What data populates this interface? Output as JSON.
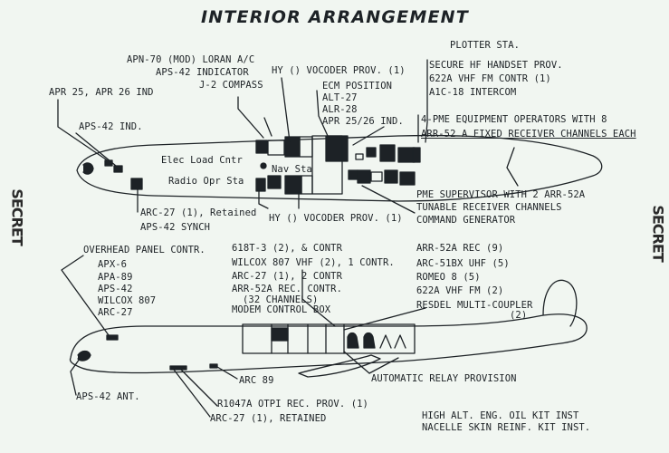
{
  "title": "INTERIOR ARRANGEMENT",
  "stamps": {
    "left": "SECRET",
    "right": "SECRET"
  },
  "upper_labels": {
    "plotter": "PLOTTER STA.",
    "apn70": "APN-70 (MOD) LORAN A/C",
    "aps42_indicator": "APS-42 INDICATOR",
    "j2_compass": "J-2 COMPASS",
    "hy_vocoder_top": "HY () VOCODER PROV. (1)",
    "secure_hf": "SECURE HF HANDSET PROV.",
    "vhf_622a": "622A VHF FM CONTR (1)",
    "a1c18": "A1C-18 INTERCOM",
    "apr25_26_ind": "APR 25, APR 26 IND",
    "ecm_position": "ECM POSITION",
    "alt27": "ALT-27",
    "alr28": "ALR-28",
    "apr25_26_ind2": "APR 25/26 IND.",
    "aps42_ind": "APS-42 IND.",
    "pme_1": "4-PME EQUIPMENT OPERATORS WITH 8",
    "pme_2": "ARR-52 A FIXED RECEIVER CHANNELS EACH",
    "elec_load": "Elec Load Cntr",
    "nav_sta": "Nav Sta",
    "radio_opr": "Radio Opr Sta",
    "arc27_retained": "ARC-27 (1), Retained",
    "aps42_synch": "APS-42 SYNCH",
    "hy_vocoder_bottom": "HY () VOCODER PROV. (1)",
    "supervisor_1": "PME SUPERVISOR WITH 2 ARR-52A",
    "supervisor_2": "TUNABLE RECEIVER CHANNELS",
    "supervisor_3": "COMMAND GENERATOR"
  },
  "middle_labels": {
    "t618_1": "618T-3 (2), & CONTR",
    "t618_2": "WILCOX 807 VHF (2), 1 CONTR.",
    "t618_3": "ARC-27 (1), 2 CONTR",
    "t618_4": "ARR-52A REC. CONTR.",
    "t618_5": "(32 CHANNELS)",
    "t618_6": "MODEM CONTROL BOX",
    "arr_1": "ARR-52A REC (9)",
    "arr_2": "ARC-51BX UHF (5)",
    "arr_3": "ROMEO 8 (5)",
    "arr_4": "622A VHF FM (2)",
    "arr_5": "RESDEL MULTI-COUPLER",
    "arr_6": "(2)"
  },
  "lower_labels": {
    "overhead": "OVERHEAD PANEL CONTR.",
    "apx6": "APX-6",
    "apa89": "APA-89",
    "aps42": "APS-42",
    "wilcox807": "WILCOX 807",
    "arc27": "ARC-27",
    "arc89": "ARC 89",
    "auto_relay": "AUTOMATIC RELAY PROVISION",
    "aps42_ant": "APS-42 ANT.",
    "r1047a": "R1047A OTPI REC. PROV. (1)",
    "arc27_retained": "ARC-27 (1), RETAINED",
    "high_alt": "HIGH ALT. ENG. OIL KIT INST",
    "nacelle": "NACELLE SKIN REINF. KIT INST."
  },
  "colors": {
    "ink": "#1d2226",
    "paper": "#f1f6f1"
  }
}
